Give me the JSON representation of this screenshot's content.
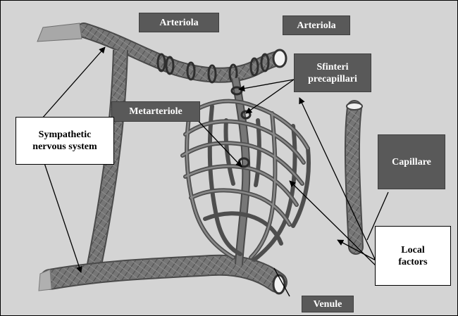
{
  "labels": {
    "arteriola_left": "Arteriola",
    "arteriola_right": "Arteriola",
    "sfinteri": "Sfinteri precapillari",
    "metarteriole": "Metarteriole",
    "capillare": "Capillare",
    "sympathetic": "Sympathetic nervous system",
    "local_factors": "Local factors",
    "venule": "Venule"
  },
  "colors": {
    "background": "#d4d4d4",
    "vessel": "#6e6e6e",
    "vessel_dark": "#4a4a4a",
    "label_dark": "#595959",
    "label_light": "#ffffff"
  }
}
